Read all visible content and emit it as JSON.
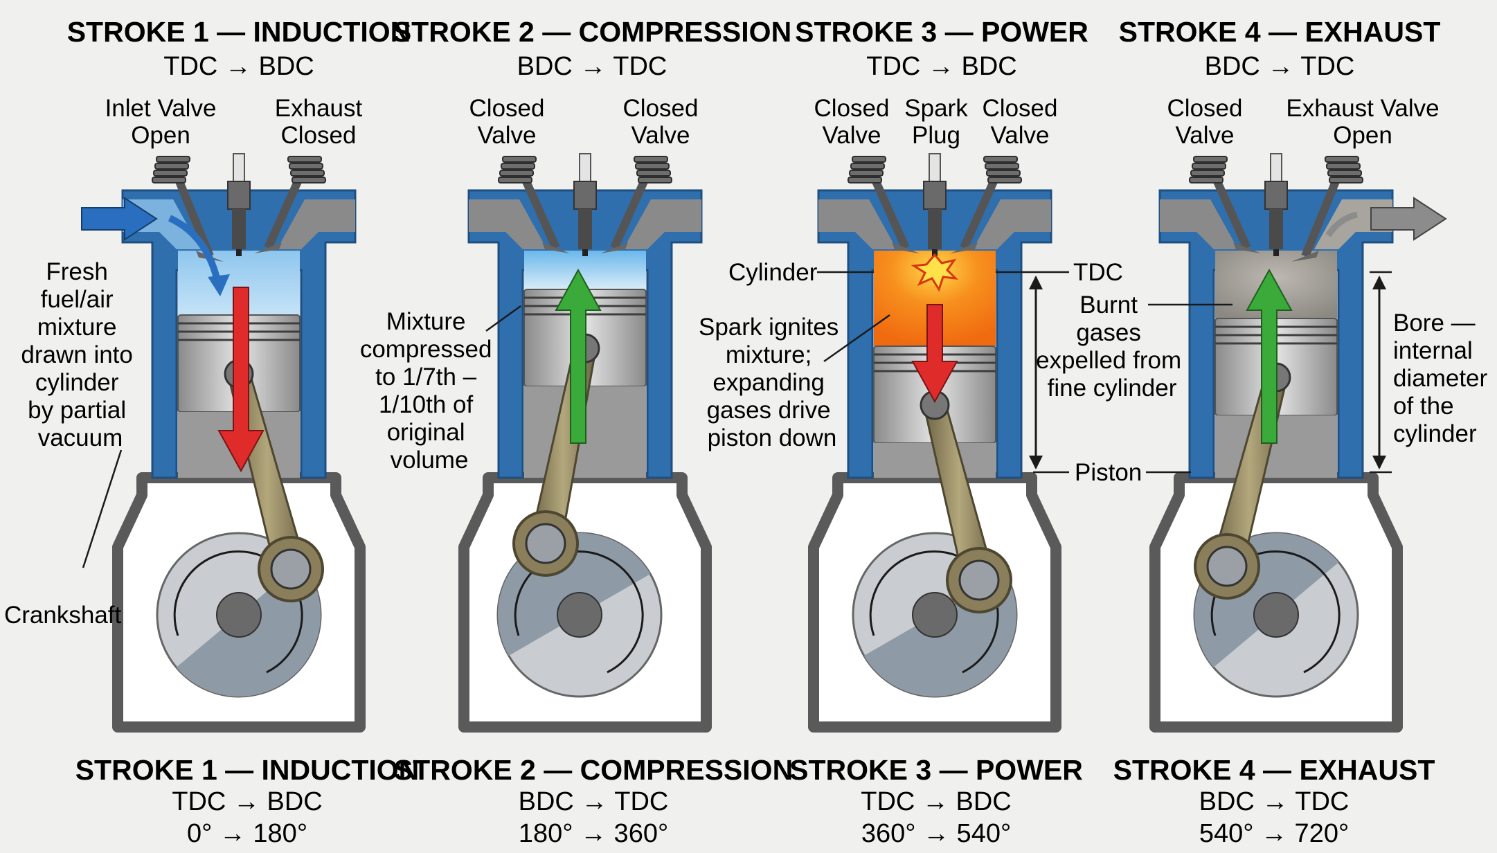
{
  "colors": {
    "background": "#f0f0ef",
    "cylinder_block": "#2f6fae",
    "casing": "#5a5a5a",
    "head_metal": "#8a8a8a",
    "rod": "#8a7f5a",
    "arrow_down": "#e02b2b",
    "arrow_up": "#3aaa3a",
    "intake_arrow": "#2a6fbf",
    "fresh_mixture": "#a9d4f2",
    "combustion": "#f47a16",
    "exhaust_gas": "#9a9791"
  },
  "strokes": [
    {
      "title": "STROKE 1 — INDUCTION",
      "direction": "TDC → BDC",
      "footer_title": "STROKE 1 — INDUCTION",
      "footer_direction": "TDC → BDC",
      "footer_angle": "0° → 180°",
      "valve_left": [
        "Inlet Valve",
        "Open"
      ],
      "valve_right": [
        "Exhaust",
        "Closed"
      ],
      "piston_motion": "down",
      "chamber_fill": "fresh_mixture"
    },
    {
      "title": "STROKE 2 — COMPRESSION",
      "direction": "BDC → TDC",
      "footer_title": "STROKE 2 — COMPRESSION",
      "footer_direction": "BDC → TDC",
      "footer_angle": "180° → 360°",
      "valve_left": [
        "Closed",
        "Valve"
      ],
      "valve_right": [
        "Closed",
        "Valve"
      ],
      "piston_motion": "up",
      "chamber_fill": "fresh_mixture"
    },
    {
      "title": "STROKE 3 — POWER",
      "direction": "TDC → BDC",
      "footer_title": "STROKE 3 — POWER",
      "footer_direction": "TDC → BDC",
      "footer_angle": "360° → 540°",
      "valve_left": [
        "Closed",
        "Valve"
      ],
      "valve_center": [
        "Spark",
        "Plug"
      ],
      "valve_right": [
        "Closed",
        "Valve"
      ],
      "piston_motion": "down",
      "chamber_fill": "combustion"
    },
    {
      "title": "STROKE 4 — EXHAUST",
      "direction": "BDC → TDC",
      "footer_title": "STROKE 4 — EXHAUST",
      "footer_direction": "BDC → TDC",
      "footer_angle": "540° → 720°",
      "valve_left": [
        "Closed",
        "Valve"
      ],
      "valve_right": [
        "Exhaust Valve",
        "Open"
      ],
      "piston_motion": "up",
      "chamber_fill": "exhaust_gas"
    }
  ],
  "annotations": {
    "fresh_mixture": [
      "Fresh",
      "fuel/air",
      "mixture",
      "drawn into",
      "cylinder",
      "by partial",
      "vacuum"
    ],
    "crankshaft": "Crankshaft",
    "compression": [
      "Mixture",
      "compressed",
      "to 1/7th –",
      "1/10th of",
      "original",
      "volume"
    ],
    "cylinder": "Cylinder",
    "spark": [
      "Spark ignites",
      "mixture;",
      "expanding",
      "gases drive",
      "piston down"
    ],
    "tdc": "TDC",
    "burnt_gases": [
      "Burnt",
      "gases",
      "expelled from",
      "fine cylinder"
    ],
    "piston": "Piston",
    "bore": [
      "Bore —",
      "internal",
      "diameter",
      "of the",
      "cylinder"
    ]
  }
}
